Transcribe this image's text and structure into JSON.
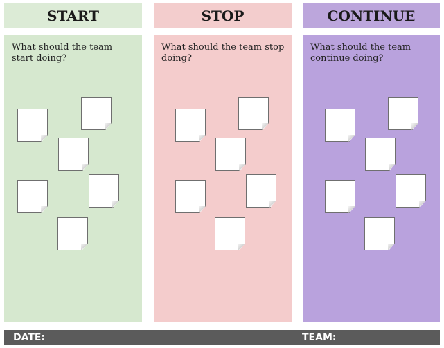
{
  "columns": [
    {
      "title": "START",
      "prompt": "What should the team start doing?",
      "header_color": "#dcebd6",
      "body_color": "#d6e8cf"
    },
    {
      "title": "STOP",
      "prompt": "What should the team stop doing?",
      "header_color": "#f3cdcd",
      "body_color": "#f4cccc"
    },
    {
      "title": "CONTINUE",
      "prompt": "What should the team continue doing?",
      "header_color": "#bca6dc",
      "body_color": "#b9a2dd"
    }
  ],
  "footer": {
    "date_label": "DATE:",
    "team_label": "TEAM:",
    "color": "#5b5b5b"
  }
}
